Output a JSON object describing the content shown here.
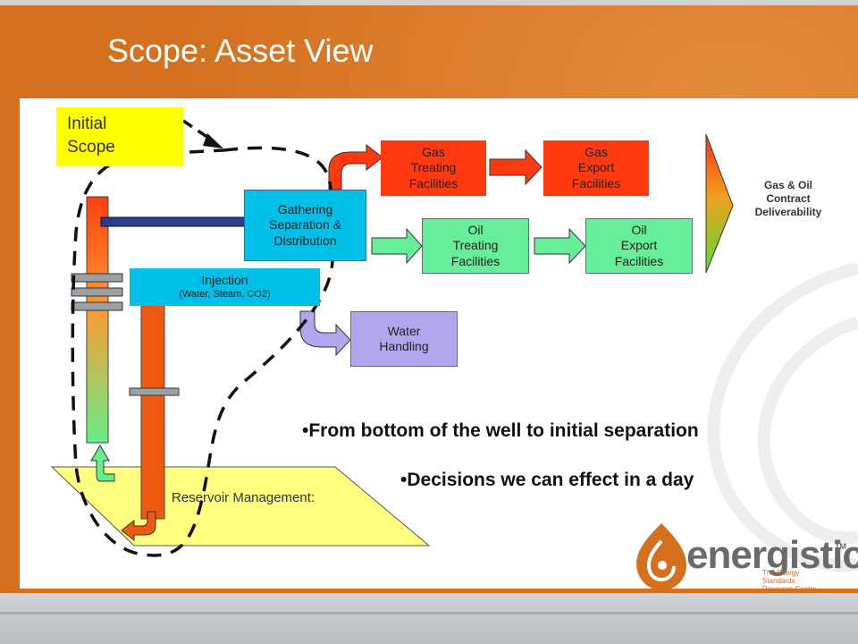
{
  "slide": {
    "title": "Scope: Asset View"
  },
  "diagram": {
    "initial_scope": "Initial\nScope",
    "gathering": "Gathering\nSeparation &\nDistribution",
    "injection_title": "Injection",
    "injection_sub": "(Water, Steam, CO2)",
    "gas_treating": "Gas\nTreating\nFacilities",
    "gas_export": "Gas\nExport\nFacilities",
    "oil_treating": "Oil\nTreating\nFacilities",
    "oil_export": "Oil\nExport\nFacilities",
    "water_handling": "Water\nHandling",
    "deliverability": "Gas & Oil\nContract\nDeliverability",
    "reservoir": "Reservoir Management:"
  },
  "bullets": {
    "b1": "•From bottom of the well to initial separation",
    "b2": "•Decisions we can effect in a day"
  },
  "logo": {
    "word": "energistics",
    "tm": "TM",
    "tagline": "The Energy Standards\nResource Centre"
  },
  "colors": {
    "accent_orange": "#d4701e",
    "yellow": "#ffff00",
    "cyan": "#00c0e8",
    "gas_red": "#ff3a10",
    "oil_green": "#66ee99",
    "water_purple": "#b4a6ee"
  }
}
